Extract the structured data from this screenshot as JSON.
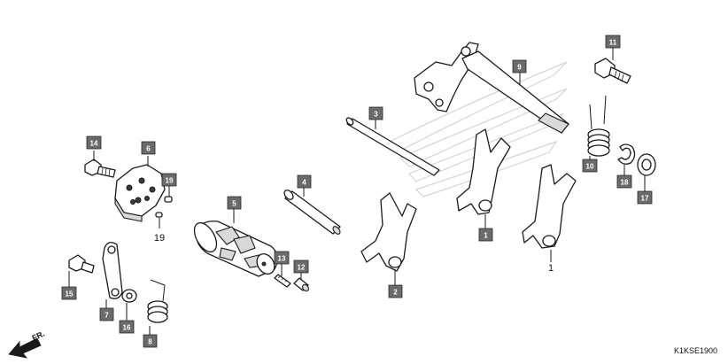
{
  "diagram": {
    "code": "K1KSE1900",
    "front_marker": "FR.",
    "callouts": {
      "p1a": "1",
      "p1b": "1",
      "p2": "2",
      "p3": "3",
      "p4": "4",
      "p5": "5",
      "p6": "6",
      "p7": "7",
      "p8": "8",
      "p9": "9",
      "p10": "10",
      "p11": "11",
      "p12": "12",
      "p13": "13",
      "p14": "14",
      "p15": "15",
      "p16": "16",
      "p17": "17",
      "p18": "18",
      "p19a": "19",
      "p19b": "19"
    }
  },
  "colors": {
    "tag_fill": "#6b6b6b",
    "line": "#1a1a1a",
    "watermark": "#d4d4d4"
  }
}
